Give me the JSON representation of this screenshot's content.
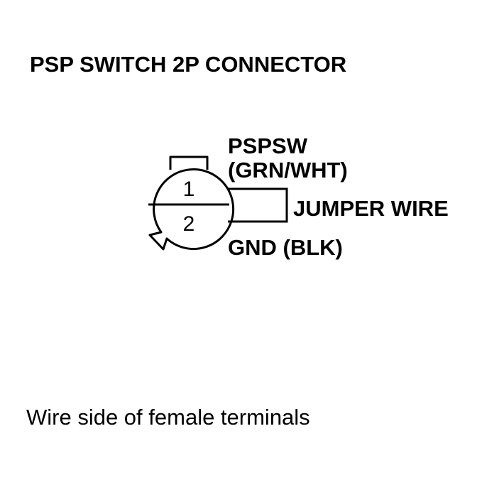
{
  "title": "PSP SWITCH 2P CONNECTOR",
  "connector": {
    "pins": [
      {
        "number": "1"
      },
      {
        "number": "2"
      }
    ]
  },
  "labels": {
    "pin1_name": "PSPSW",
    "pin1_color": "(GRN/WHT)",
    "jumper": "JUMPER WIRE",
    "pin2_name": "GND (BLK)"
  },
  "caption": "Wire side of female terminals"
}
